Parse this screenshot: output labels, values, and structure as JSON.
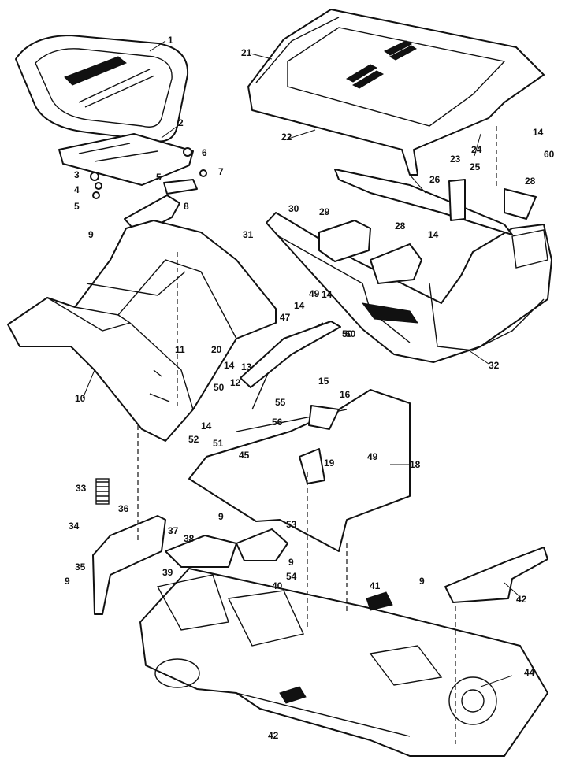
{
  "callouts": [
    "1",
    "2",
    "3",
    "4",
    "5",
    "5",
    "6",
    "7",
    "8",
    "9",
    "10",
    "11",
    "12",
    "13",
    "14",
    "14",
    "14",
    "14",
    "14",
    "14",
    "15",
    "16",
    "18",
    "19",
    "20",
    "21",
    "22",
    "23",
    "24",
    "25",
    "26",
    "28",
    "28",
    "29",
    "30",
    "31",
    "32",
    "33",
    "34",
    "35",
    "36",
    "37",
    "38",
    "39",
    "40",
    "41",
    "42",
    "42",
    "44",
    "45",
    "47",
    "49",
    "49",
    "50",
    "50",
    "51",
    "52",
    "53",
    "54",
    "55",
    "56",
    "60",
    "60",
    "9",
    "9",
    "9",
    "9"
  ]
}
